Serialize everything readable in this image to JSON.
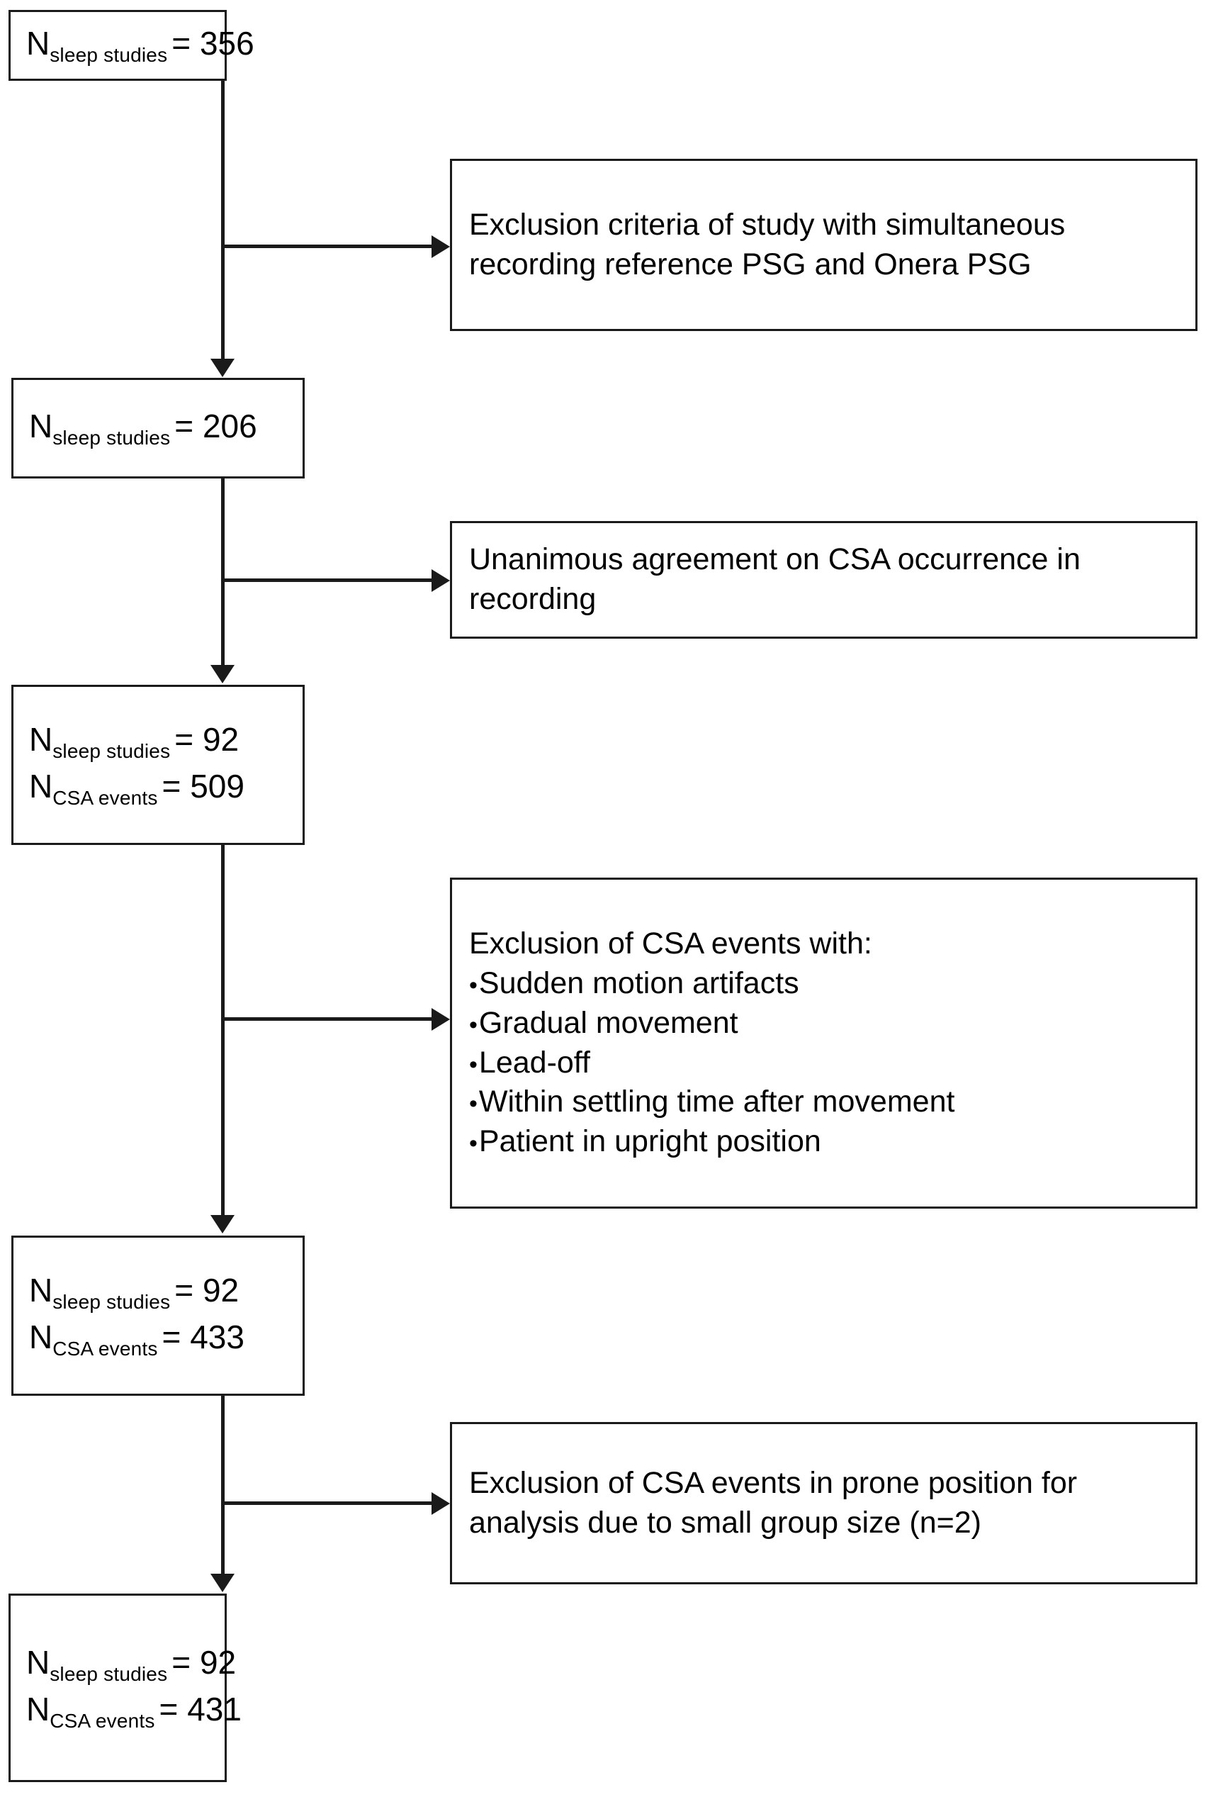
{
  "figure": {
    "type": "flowchart",
    "title": "CSA study inclusion and exclusion flowchart",
    "colors": {
      "line": "#1a1a1a",
      "box_border": "#1a1a1a",
      "background": "#ffffff",
      "text": "#000000"
    }
  },
  "nodes": [
    {
      "id": "n1",
      "kind": "count-box",
      "lines": [
        {
          "label": "N",
          "subscript": "sleep studies",
          "equals": "=",
          "value": "356"
        }
      ]
    },
    {
      "id": "n2",
      "kind": "count-box",
      "lines": [
        {
          "label": "N",
          "subscript": "sleep studies",
          "equals": "=",
          "value": "206"
        }
      ]
    },
    {
      "id": "n3",
      "kind": "count-box",
      "lines": [
        {
          "label": "N",
          "subscript": "sleep studies",
          "equals": "=",
          "value": "92"
        },
        {
          "label": "N",
          "subscript": "CSA events",
          "equals": "=",
          "value": "509"
        }
      ]
    },
    {
      "id": "n4",
      "kind": "count-box",
      "lines": [
        {
          "label": "N",
          "subscript": "sleep studies",
          "equals": "=",
          "value": "92"
        },
        {
          "label": "N",
          "subscript": "CSA events",
          "equals": "=",
          "value": "433"
        }
      ]
    },
    {
      "id": "n5",
      "kind": "count-box",
      "lines": [
        {
          "label": "N",
          "subscript": "sleep studies",
          "equals": "=",
          "value": "92"
        },
        {
          "label": "N",
          "subscript": "CSA events",
          "equals": "=",
          "value": "431"
        }
      ]
    }
  ],
  "exclusions": [
    {
      "id": "e1",
      "text": "Exclusion criteria of study with simultaneous recording reference PSG and Onera PSG",
      "bullets": []
    },
    {
      "id": "e2",
      "text": "Unanimous agreement on CSA occurrence in recording",
      "bullets": []
    },
    {
      "id": "e3",
      "text": "Exclusion of CSA events with:",
      "bullets": [
        "Sudden motion artifacts",
        "Gradual movement",
        "Lead-off",
        "Within settling time after movement",
        "Patient in upright position"
      ]
    },
    {
      "id": "e4",
      "text": "Exclusion of CSA events in prone position for analysis due to small group size (n=2)",
      "bullets": []
    }
  ]
}
